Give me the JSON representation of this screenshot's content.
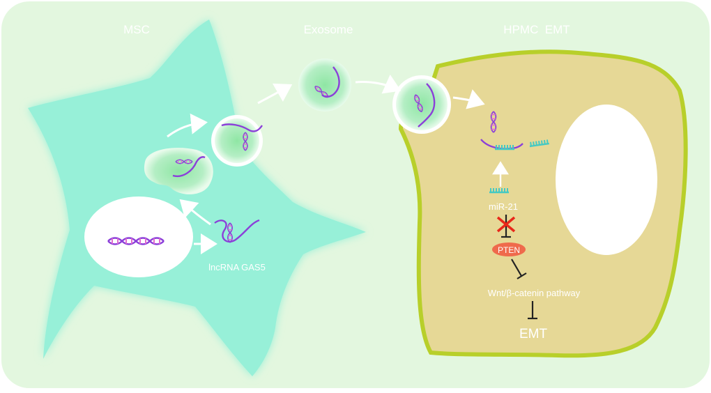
{
  "labels": {
    "msc": "MSC",
    "exosome": "Exosome",
    "hpmc_emt": "HPMC  EMT",
    "lncrna": "lncRNA GAS5",
    "mir21": "miR-21",
    "pten": "PTEN",
    "pathway": "Wnt/β-catenin pathway",
    "emt": "EMT"
  },
  "colors": {
    "background": "#e3f7df",
    "msc_cell": "#97f0d8",
    "hpmc_cell": "#e6d896",
    "hpmc_border": "#b8cf2a",
    "exosome": "#b4eec4",
    "rna": "#8b3fd9",
    "mirna": "#45c9c3",
    "pten": "#ef6a4c",
    "inhibit_x": "#e8281a"
  },
  "icons": [
    "dna-helix-icon",
    "rna-strand-icon",
    "mirna-comb-icon",
    "inhibition-cross-icon"
  ]
}
